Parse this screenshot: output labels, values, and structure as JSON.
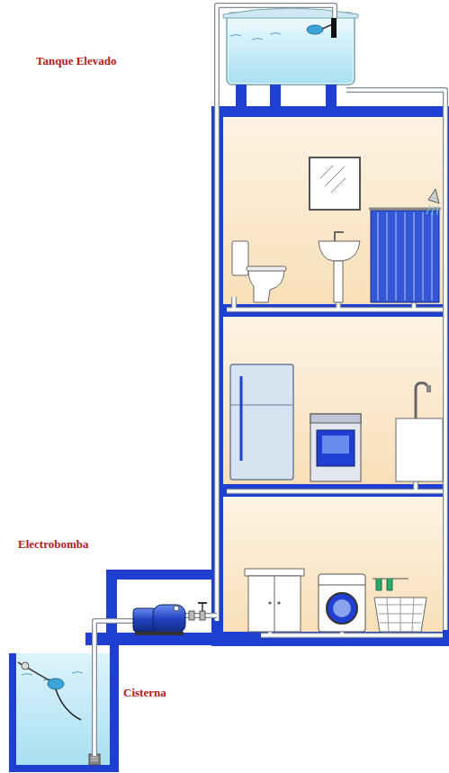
{
  "diagram": {
    "labels": [
      "Tanque Elevado",
      "Electrobomba",
      "Cisterna"
    ]
  }
}
